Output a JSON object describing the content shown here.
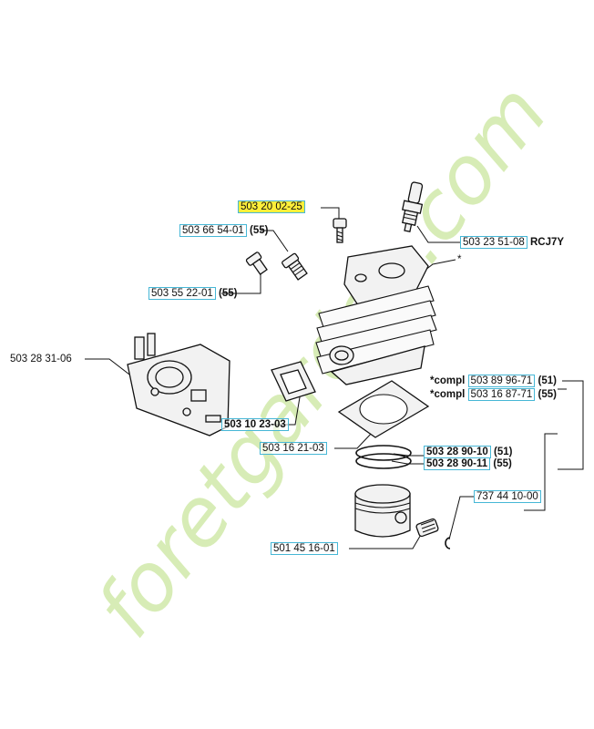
{
  "watermark": {
    "text": "foretgarden.com",
    "color": "#c9e69a"
  },
  "labels": {
    "screw_top": "503 20 02-25",
    "spark_plug_part": "503 23 51-08",
    "spark_plug_type": "RCJ7Y",
    "decomp_valve": "503 66 54-01",
    "decomp_valve_suffix": "(55)",
    "valve_55": "503 55 22-01",
    "valve_55_suffix": "(55)",
    "carburetor": "503 28 31-06",
    "cylinder_asterisk": "*",
    "compl_prefix_1": "*compl",
    "compl_1": "503 89 96-71",
    "compl_1_suffix": "(51)",
    "compl_prefix_2": "*compl",
    "compl_2": "503 16 87-71",
    "compl_2_suffix": "(55)",
    "intake_gasket": "503 10 23-03",
    "base_gasket": "503 16 21-03",
    "rings_51": "503 28 90-10",
    "rings_51_suffix": "(51)",
    "rings_55": "503 28 90-11",
    "rings_55_suffix": "(55)",
    "circlip": "737 44 10-00",
    "piston_pin": "501 45 16-01"
  },
  "colors": {
    "highlight": "#ffef3a",
    "label_border": "#46b7d6"
  }
}
